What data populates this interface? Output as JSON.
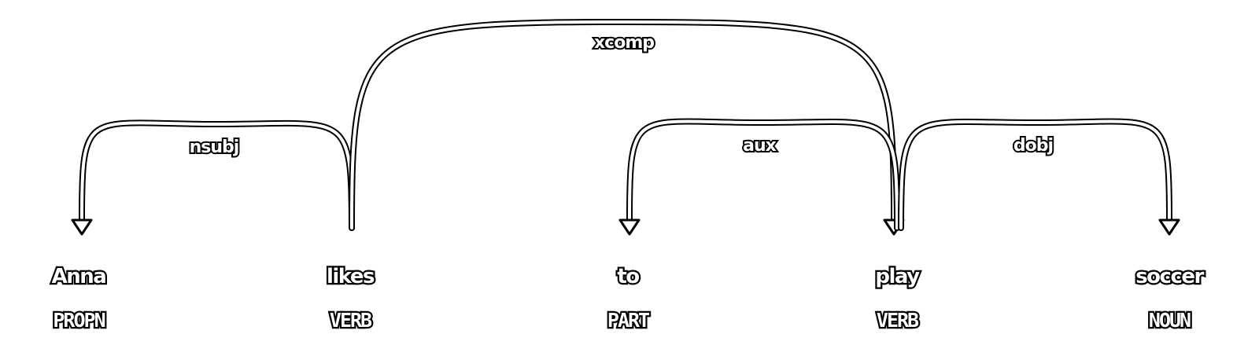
{
  "tokens": [
    {
      "text": "Anna",
      "tag": "PROPN"
    },
    {
      "text": "likes",
      "tag": "VERB"
    },
    {
      "text": "to",
      "tag": "PART"
    },
    {
      "text": "play",
      "tag": "VERB"
    },
    {
      "text": "soccer",
      "tag": "NOUN"
    }
  ],
  "arcs": [
    {
      "label": "nsubj",
      "head": 1,
      "dep": 0
    },
    {
      "label": "xcomp",
      "head": 1,
      "dep": 3
    },
    {
      "label": "aux",
      "head": 3,
      "dep": 2
    },
    {
      "label": "dobj",
      "head": 3,
      "dep": 4
    }
  ]
}
